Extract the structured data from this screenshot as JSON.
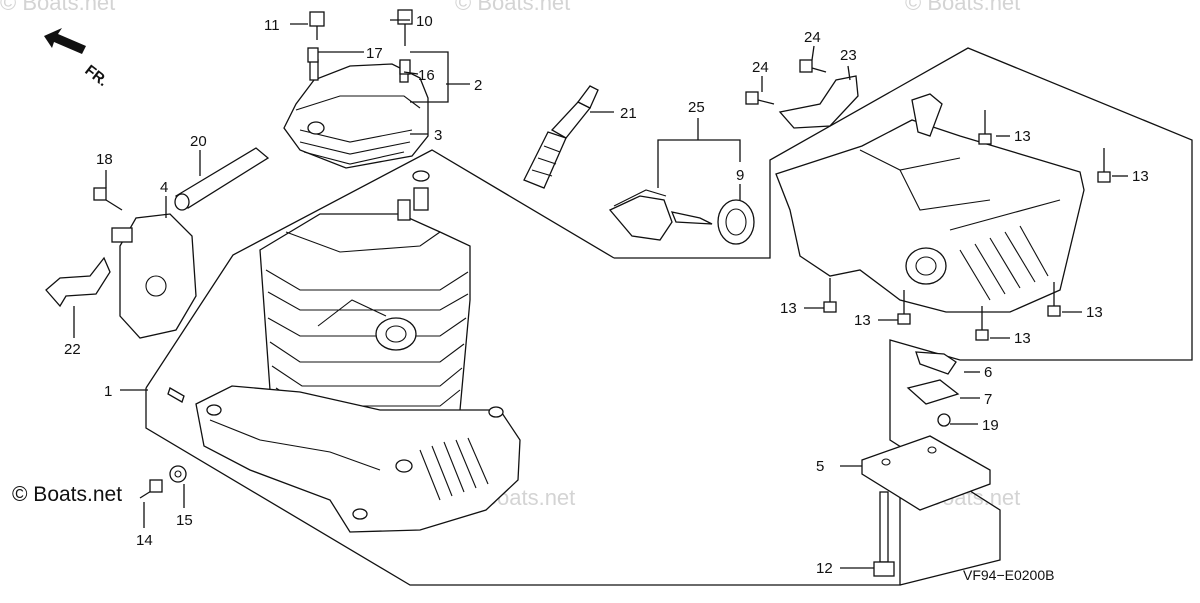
{
  "watermark": "© Boats.net",
  "copyright": "© Boats.net",
  "front_marker": "FR.",
  "diagram_code": "VF94−E0200B",
  "callouts": [
    "1",
    "2",
    "3",
    "4",
    "5",
    "6",
    "7",
    "9",
    "10",
    "11",
    "12",
    "13",
    "14",
    "15",
    "16",
    "17",
    "18",
    "19",
    "20",
    "21",
    "22",
    "23",
    "24",
    "25"
  ]
}
